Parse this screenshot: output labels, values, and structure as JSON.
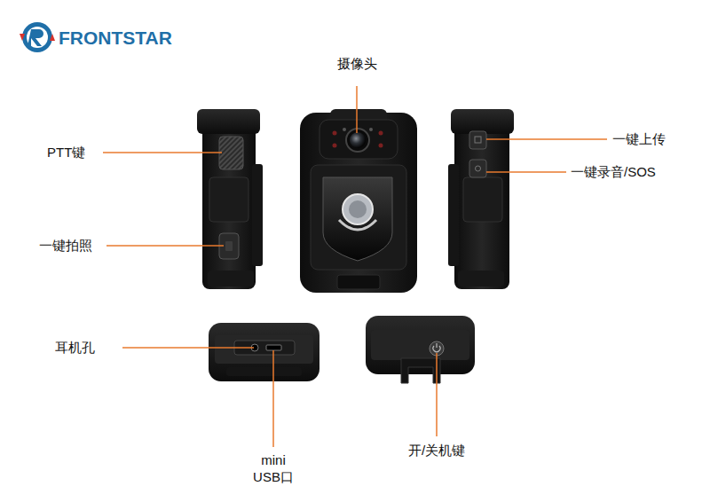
{
  "diagram": {
    "labels": [
      "FRONTSTAR",
      "摄像头",
      "PTT键",
      "一键上传",
      "一键录音/SOS",
      "一键拍照",
      "耳机孔",
      "mini USB口",
      "开/关机键"
    ]
  }
}
